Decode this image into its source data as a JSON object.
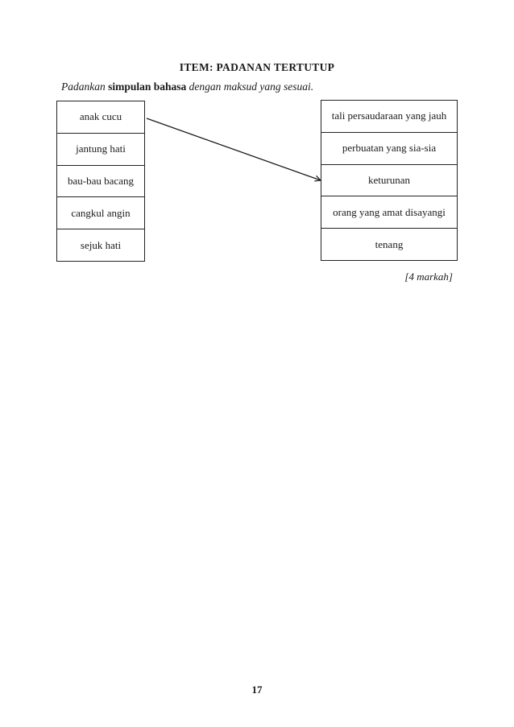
{
  "document": {
    "title": "ITEM: PADANAN TERTUTUP",
    "instruction": {
      "part1_italic": "Padankan",
      "part2_bold": "simpulan bahasa",
      "part3_italic": "dengan maksud yang sesuai."
    },
    "left_items": [
      "anak cucu",
      "jantung hati",
      "bau-bau bacang",
      "cangkul angin",
      "sejuk hati"
    ],
    "right_items": [
      "tali persaudaraan yang jauh",
      "perbuatan yang sia-sia",
      "keturunan",
      "orang yang amat disayangi",
      "tenang"
    ],
    "connection": {
      "from": "anak cucu",
      "to": "keturunan"
    },
    "marks_label": "[4 markah]",
    "page_number": "17",
    "colors": {
      "text": "#1a1a1a",
      "border": "#222222",
      "background": "#ffffff"
    }
  }
}
